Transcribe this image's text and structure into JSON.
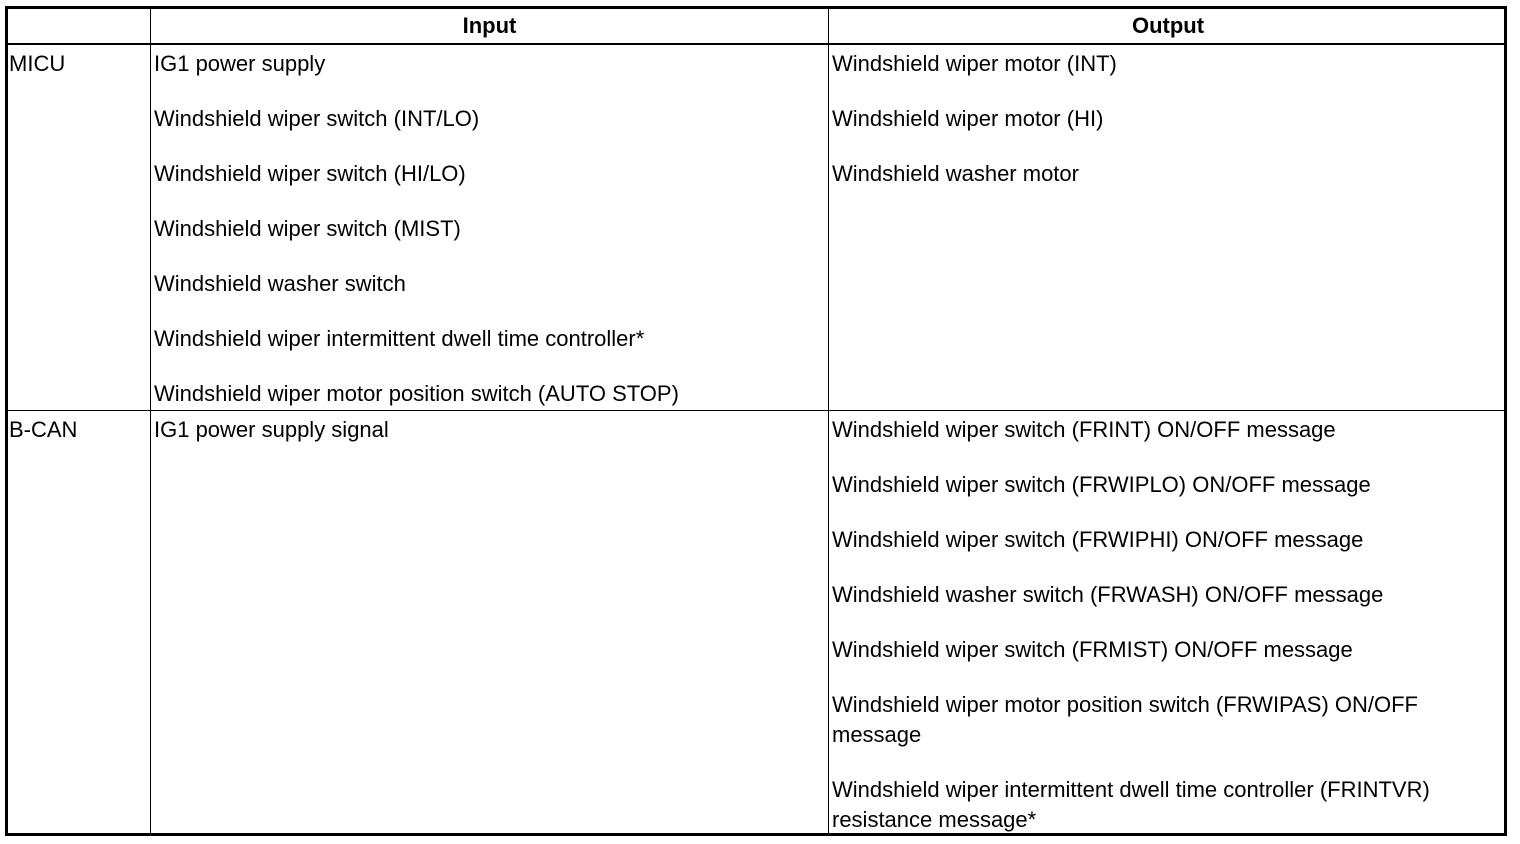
{
  "table": {
    "headers": {
      "corner": "",
      "input": "Input",
      "output": "Output"
    },
    "rows": [
      {
        "label": "MICU",
        "inputs": [
          "IG1 power supply",
          "Windshield wiper switch (INT/LO)",
          "Windshield wiper switch (HI/LO)",
          "Windshield wiper switch (MIST)",
          "Windshield washer switch",
          "Windshield wiper intermittent dwell time controller*",
          "Windshield wiper motor position switch (AUTO STOP)"
        ],
        "outputs": [
          "Windshield wiper motor (INT)",
          "Windshield wiper motor (HI)",
          "Windshield washer motor"
        ]
      },
      {
        "label": "B-CAN",
        "inputs": [
          "IG1 power supply signal"
        ],
        "outputs": [
          "Windshield wiper switch (FRINT) ON/OFF message",
          "Windshield wiper switch (FRWIPLO) ON/OFF message",
          "Windshield wiper switch (FRWIPHI) ON/OFF message",
          "Windshield washer switch (FRWASH) ON/OFF message",
          "Windshield wiper switch (FRMIST) ON/OFF message",
          "Windshield wiper motor position switch (FRWIPAS) ON/OFF message",
          "Windshield wiper intermittent dwell time controller (FRINTVR) resistance message*"
        ]
      }
    ]
  }
}
